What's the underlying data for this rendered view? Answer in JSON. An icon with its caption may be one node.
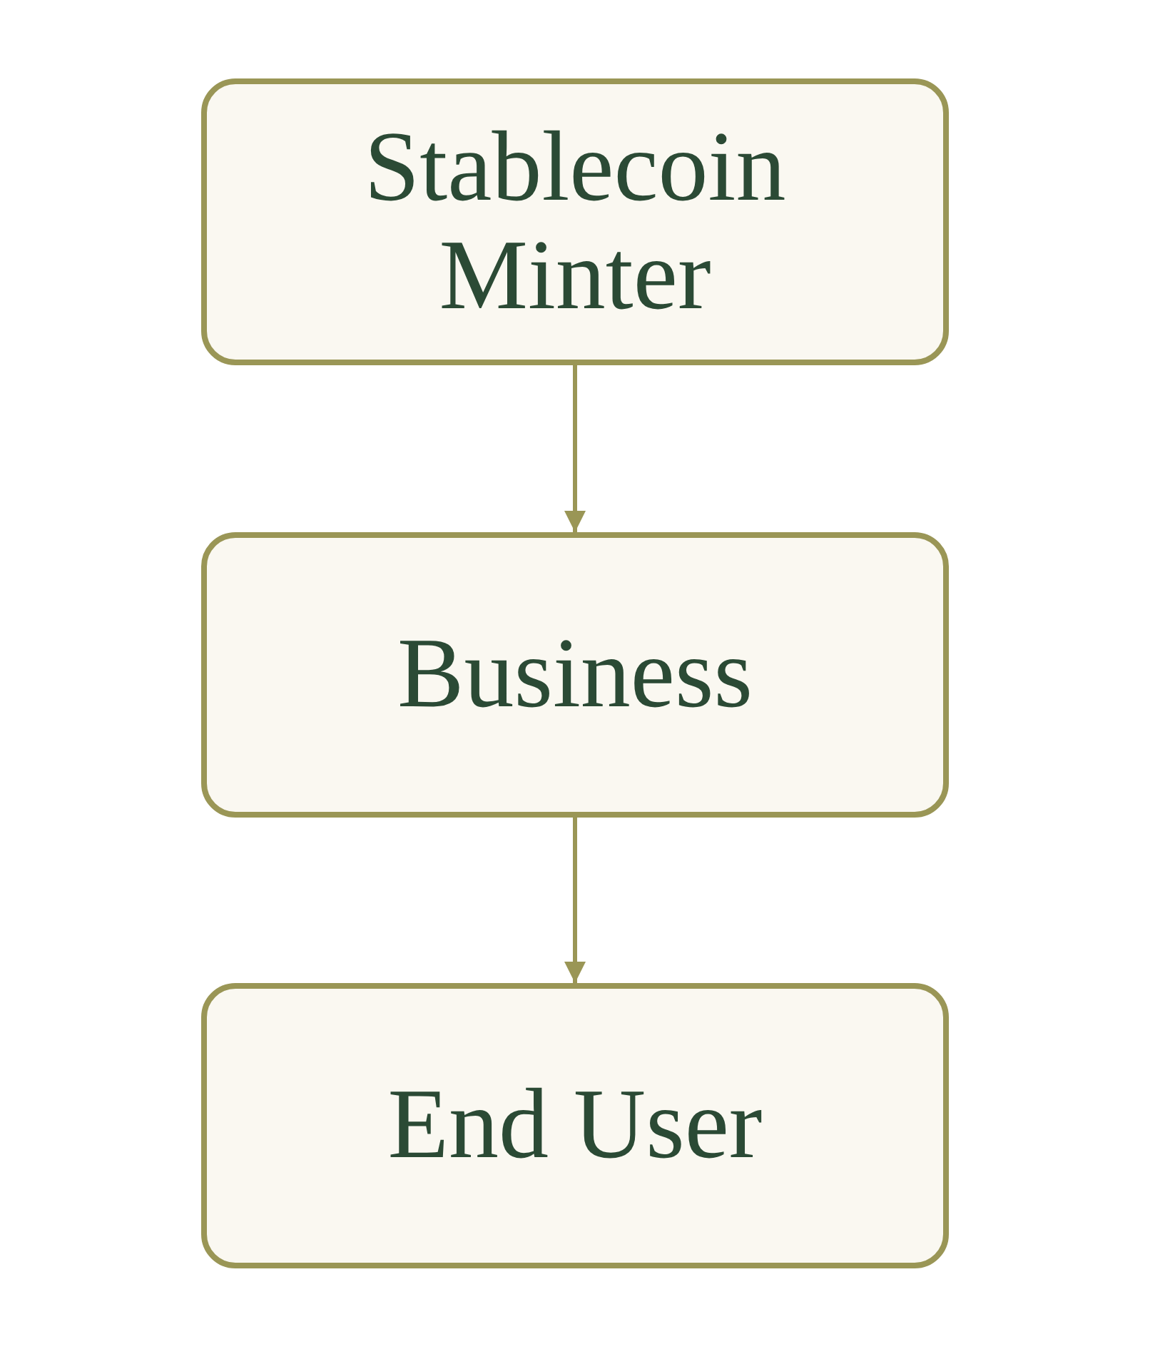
{
  "diagram": {
    "nodes": [
      {
        "text": [
          "Stablecoin Minter"
        ]
      },
      {
        "text": [
          "Business"
        ]
      },
      {
        "text": [
          "End User"
        ]
      }
    ],
    "edges": [
      {
        "from": 0,
        "to": 1,
        "arrow": "to"
      },
      {
        "from": 1,
        "to": 2,
        "arrow": "to"
      }
    ]
  }
}
